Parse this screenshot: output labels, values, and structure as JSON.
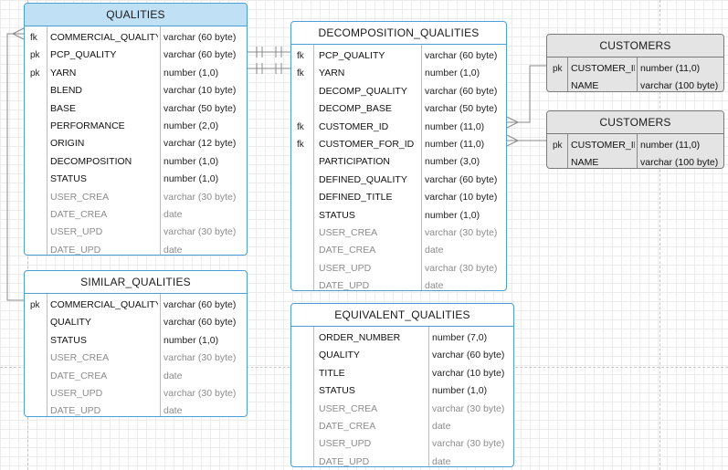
{
  "entities": {
    "qualities": {
      "title": "QUALITIES",
      "rows": [
        {
          "key": "fk",
          "name": "COMMERCIAL_QUALITY",
          "type": "varchar (60 byte)"
        },
        {
          "key": "pk",
          "name": "PCP_QUALITY",
          "type": "varchar (60 byte)"
        },
        {
          "key": "pk",
          "name": "YARN",
          "type": "number (1,0)"
        },
        {
          "key": "",
          "name": "BLEND",
          "type": "varchar (10 byte)"
        },
        {
          "key": "",
          "name": "BASE",
          "type": "varchar (50 byte)"
        },
        {
          "key": "",
          "name": "PERFORMANCE",
          "type": "number (2,0)"
        },
        {
          "key": "",
          "name": "ORIGIN",
          "type": "varchar (12 byte)"
        },
        {
          "key": "",
          "name": "DECOMPOSITION",
          "type": "number (1,0)"
        },
        {
          "key": "",
          "name": "STATUS",
          "type": "number (1,0)"
        },
        {
          "key": "",
          "name": "USER_CREA",
          "type": "varchar (30 byte)",
          "audit": true
        },
        {
          "key": "",
          "name": "DATE_CREA",
          "type": "date",
          "audit": true
        },
        {
          "key": "",
          "name": "USER_UPD",
          "type": "varchar (30 byte)",
          "audit": true
        },
        {
          "key": "",
          "name": "DATE_UPD",
          "type": "date",
          "audit": true
        }
      ]
    },
    "similar_qualities": {
      "title": "SIMILAR_QUALITIES",
      "rows": [
        {
          "key": "pk",
          "name": "COMMERCIAL_QUALITY",
          "type": "varchar (60 byte)"
        },
        {
          "key": "",
          "name": "QUALITY",
          "type": "varchar (60 byte)"
        },
        {
          "key": "",
          "name": "STATUS",
          "type": "number (1,0)"
        },
        {
          "key": "",
          "name": "USER_CREA",
          "type": "varchar (30 byte)",
          "audit": true
        },
        {
          "key": "",
          "name": "DATE_CREA",
          "type": "date",
          "audit": true
        },
        {
          "key": "",
          "name": "USER_UPD",
          "type": "varchar (30 byte)",
          "audit": true
        },
        {
          "key": "",
          "name": "DATE_UPD",
          "type": "date",
          "audit": true
        }
      ]
    },
    "decomposition_qualities": {
      "title": "DECOMPOSITION_QUALITIES",
      "rows": [
        {
          "key": "fk",
          "name": "PCP_QUALITY",
          "type": "varchar (60 byte)"
        },
        {
          "key": "fk",
          "name": "YARN",
          "type": "number (1,0)"
        },
        {
          "key": "",
          "name": "DECOMP_QUALITY",
          "type": "varchar (60 byte)"
        },
        {
          "key": "",
          "name": "DECOMP_BASE",
          "type": "varchar (50 byte)"
        },
        {
          "key": "fk",
          "name": "CUSTOMER_ID",
          "type": "number (11,0)"
        },
        {
          "key": "fk",
          "name": "CUSTOMER_FOR_ID",
          "type": "number (11,0)"
        },
        {
          "key": "",
          "name": "PARTICIPATION",
          "type": "number (3,0)"
        },
        {
          "key": "",
          "name": "DEFINED_QUALITY",
          "type": "varchar (60 byte)"
        },
        {
          "key": "",
          "name": "DEFINED_TITLE",
          "type": "varchar (10 byte)"
        },
        {
          "key": "",
          "name": "STATUS",
          "type": "number (1,0)"
        },
        {
          "key": "",
          "name": "USER_CREA",
          "type": "varchar (30 byte)",
          "audit": true
        },
        {
          "key": "",
          "name": "DATE_CREA",
          "type": "date",
          "audit": true
        },
        {
          "key": "",
          "name": "USER_UPD",
          "type": "varchar (30 byte)",
          "audit": true
        },
        {
          "key": "",
          "name": "DATE_UPD",
          "type": "date",
          "audit": true
        }
      ]
    },
    "equivalent_qualities": {
      "title": "EQUIVALENT_QUALITIES",
      "rows": [
        {
          "key": "",
          "name": "ORDER_NUMBER",
          "type": "number (7,0)"
        },
        {
          "key": "",
          "name": "QUALITY",
          "type": "varchar (60 byte)"
        },
        {
          "key": "",
          "name": "TITLE",
          "type": "varchar (10 byte)"
        },
        {
          "key": "",
          "name": "STATUS",
          "type": "number (1,0)"
        },
        {
          "key": "",
          "name": "USER_CREA",
          "type": "varchar (30 byte)",
          "audit": true
        },
        {
          "key": "",
          "name": "DATE_CREA",
          "type": "date",
          "audit": true
        },
        {
          "key": "",
          "name": "USER_UPD",
          "type": "varchar (30 byte)",
          "audit": true
        },
        {
          "key": "",
          "name": "DATE_UPD",
          "type": "date",
          "audit": true
        }
      ]
    },
    "customers_1": {
      "title": "CUSTOMERS",
      "rows": [
        {
          "key": "pk",
          "name": "CUSTOMER_ID",
          "type": "number (11,0)"
        },
        {
          "key": "",
          "name": "NAME",
          "type": "varchar (100 byte)"
        }
      ]
    },
    "customers_2": {
      "title": "CUSTOMERS",
      "rows": [
        {
          "key": "pk",
          "name": "CUSTOMER_ID",
          "type": "number (11,0)"
        },
        {
          "key": "",
          "name": "NAME",
          "type": "varchar (100 byte)"
        }
      ]
    }
  },
  "colors": {
    "entity_border": "#4a9fd8",
    "selected_header": "#bfe0f5",
    "reference_entity_fill": "#e4e4e4",
    "connector": "#8a8a8a"
  }
}
